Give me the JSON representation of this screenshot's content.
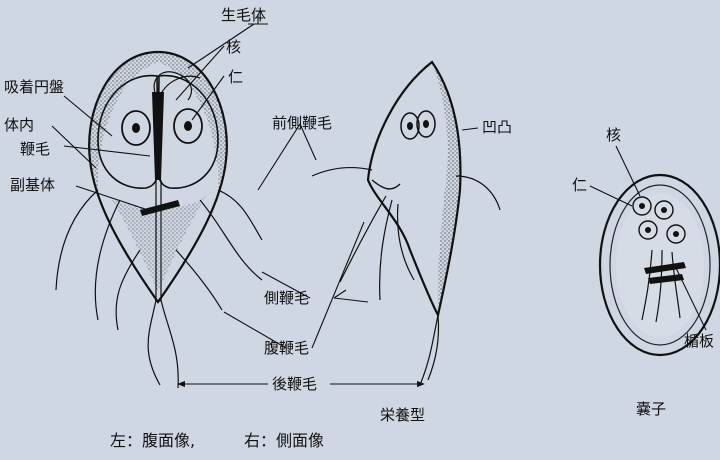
{
  "labels": {
    "basal_body": "生毛体",
    "nucleus_top": "核",
    "nucleolus_top": "仁",
    "sucking_disc": "吸着円盤",
    "body_interior": "体内",
    "flagellum": "鞭毛",
    "parabasal_body": "副基体",
    "anterior_flagella": "前側鞭毛",
    "concavity": "凹凸",
    "lateral_flagella": "側鞭毛",
    "ventral_flagella": "腹鞭毛",
    "posterior_flagella": "後鞭毛",
    "trophozoite": "栄養型",
    "cyst_nucleus": "核",
    "cyst_nucleolus": "仁",
    "median_plate": "楯板",
    "cyst": "嚢子"
  },
  "caption": {
    "left": "左：腹面像,",
    "right": "右：側面像"
  },
  "colors": {
    "background": "#cfd7e2",
    "ink": "#111111"
  }
}
